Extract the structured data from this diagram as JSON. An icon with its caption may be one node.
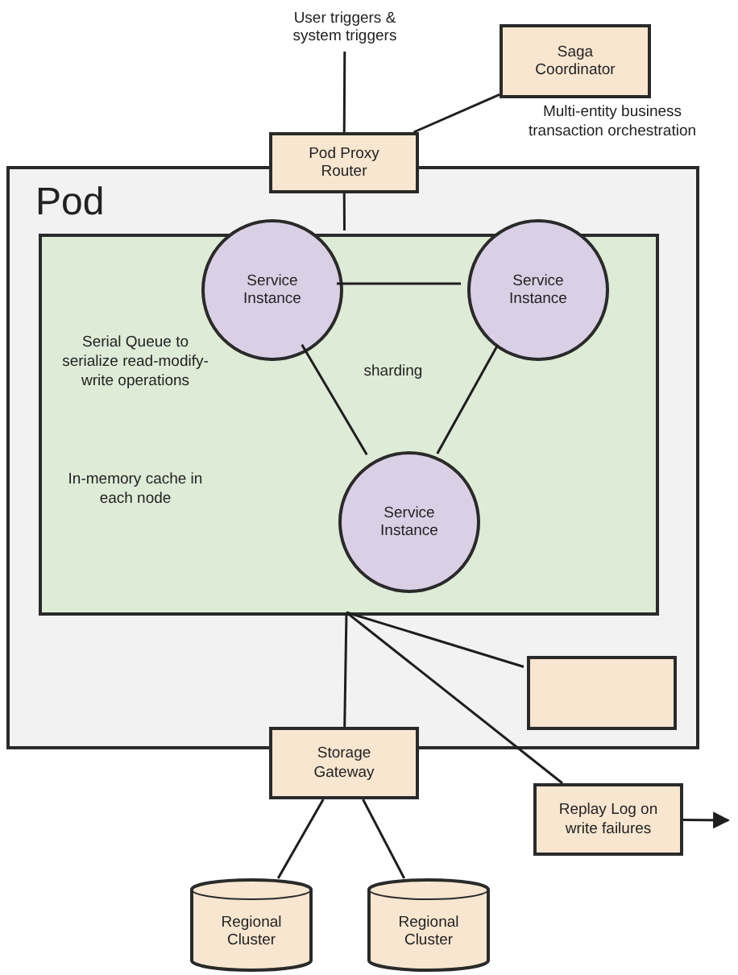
{
  "diagram": {
    "nodes": [
      {
        "text": [
          "User triggers & system triggers"
        ]
      },
      {
        "text": [
          "Saga Coordinator"
        ],
        "beside": [
          "Multi-entity business transaction orchestration"
        ]
      },
      {
        "text": [
          "Pod Proxy Router"
        ]
      },
      {
        "text": [
          "Pod"
        ]
      },
      {
        "text": [
          "Serial Queue to serialize read-modify-write operations",
          "sharding",
          "In-memory cache in each node"
        ],
        "in": 3
      },
      {
        "text": [
          "Service Instance"
        ],
        "in": 4
      },
      {
        "text": [
          "Service Instance"
        ],
        "in": 4
      },
      {
        "text": [
          "Service Instance"
        ],
        "in": 4
      },
      {
        "text": [],
        "shape": "box",
        "in": 3
      },
      {
        "text": [
          "Storage Gateway"
        ]
      },
      {
        "text": [
          "Replay Log on write failures"
        ]
      },
      {
        "text": [
          "Regional Cluster"
        ]
      },
      {
        "text": [
          "Regional Cluster"
        ]
      }
    ],
    "edges": [
      {
        "from": 0,
        "to": 2,
        "arrow": "none"
      },
      {
        "from": 1,
        "to": 2,
        "arrow": "none"
      },
      {
        "from": 2,
        "to": 4,
        "arrow": "none"
      },
      {
        "from": 5,
        "to": 6,
        "arrow": "none"
      },
      {
        "from": 5,
        "to": 7,
        "arrow": "none"
      },
      {
        "from": 6,
        "to": 7,
        "arrow": "none"
      },
      {
        "from": 4,
        "to": 9,
        "arrow": "none"
      },
      {
        "from": 4,
        "to": 8,
        "arrow": "none"
      },
      {
        "from": 4,
        "to": 10,
        "arrow": "none"
      },
      {
        "from": 9,
        "to": 11,
        "arrow": "none"
      },
      {
        "from": 9,
        "to": 12,
        "arrow": "none"
      },
      {
        "from": 10,
        "to": null,
        "arrow": "to"
      }
    ]
  }
}
